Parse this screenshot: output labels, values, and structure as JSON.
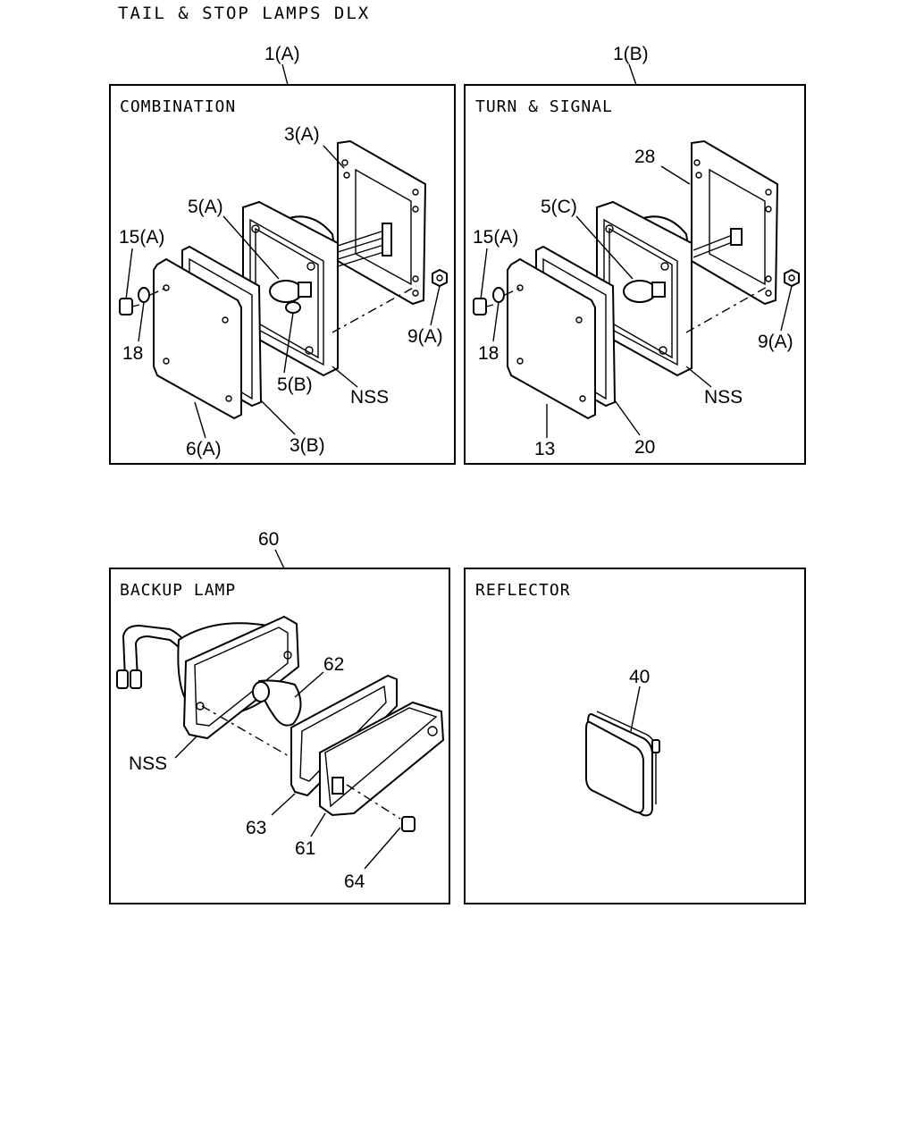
{
  "page": {
    "title": "TAIL & STOP LAMPS DLX"
  },
  "panels": [
    {
      "title": "COMBINATION",
      "ref": "1(A)"
    },
    {
      "title": "TURN & SIGNAL",
      "ref": "1(B)"
    },
    {
      "title": "BACKUP LAMP",
      "ref": "60"
    },
    {
      "title": "REFLECTOR",
      "ref": ""
    }
  ],
  "callouts": {
    "combination": [
      "3(A)",
      "5(A)",
      "15(A)",
      "18",
      "5(B)",
      "NSS",
      "9(A)",
      "6(A)",
      "3(B)"
    ],
    "turn_signal": [
      "28",
      "5(C)",
      "15(A)",
      "18",
      "NSS",
      "9(A)",
      "13",
      "20"
    ],
    "backup": [
      "62",
      "NSS",
      "63",
      "61",
      "64"
    ],
    "reflector": [
      "40"
    ]
  }
}
